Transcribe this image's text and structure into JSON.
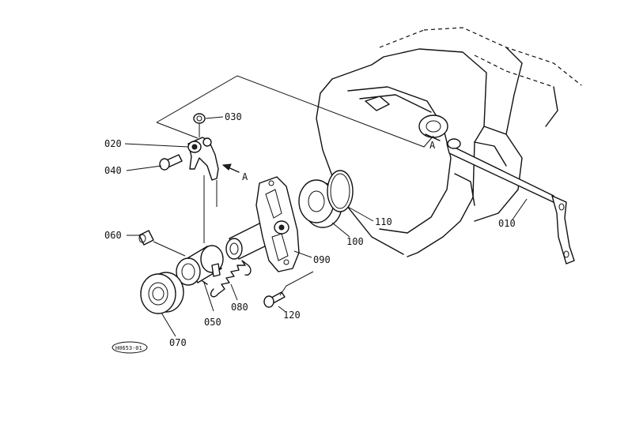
{
  "diagram": {
    "parts": [
      {
        "id": "010",
        "label": "010"
      },
      {
        "id": "020",
        "label": "020"
      },
      {
        "id": "030",
        "label": "030"
      },
      {
        "id": "040",
        "label": "040"
      },
      {
        "id": "050",
        "label": "050"
      },
      {
        "id": "060",
        "label": "060"
      },
      {
        "id": "070",
        "label": "070"
      },
      {
        "id": "080",
        "label": "080"
      },
      {
        "id": "090",
        "label": "090"
      },
      {
        "id": "100",
        "label": "100"
      },
      {
        "id": "110",
        "label": "110"
      },
      {
        "id": "120",
        "label": "120"
      }
    ],
    "arrow_a_label": "A",
    "housing_a_label": "A",
    "drawing_code": "H0653-01"
  }
}
